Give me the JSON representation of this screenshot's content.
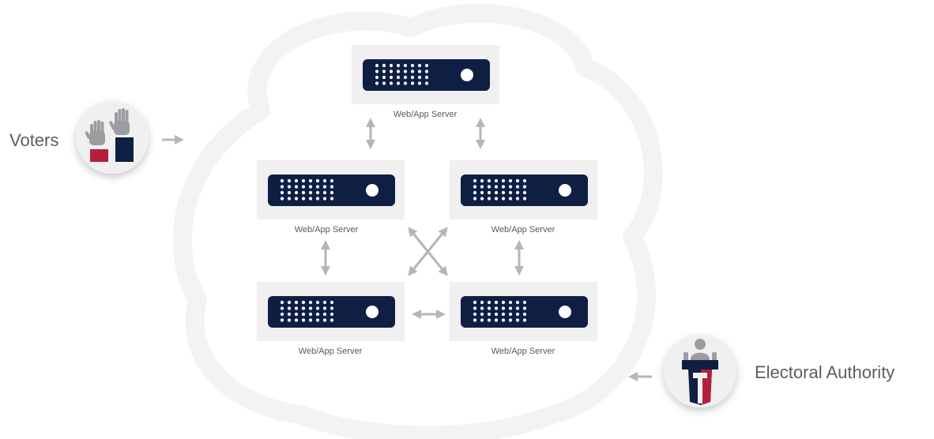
{
  "actors": {
    "voters": {
      "label": "Voters",
      "icon": "raised-hands-ballot-icon"
    },
    "authority": {
      "label": "Electoral Authority",
      "icon": "podium-speaker-icon"
    }
  },
  "servers": [
    {
      "id": "server-top",
      "label": "Web/App Server"
    },
    {
      "id": "server-mid-left",
      "label": "Web/App Server"
    },
    {
      "id": "server-mid-right",
      "label": "Web/App Server"
    },
    {
      "id": "server-bottom-left",
      "label": "Web/App Server"
    },
    {
      "id": "server-bottom-right",
      "label": "Web/App Server"
    }
  ],
  "colors": {
    "server_body": "#0f1f44",
    "server_panel": "#f0f0f1",
    "arrow": "#b4b6b8",
    "cloud": "#f3f3f4",
    "ballot_red": "#b3203a",
    "ballot_navy": "#0f1f44",
    "hand_gray": "#9b9da0"
  }
}
